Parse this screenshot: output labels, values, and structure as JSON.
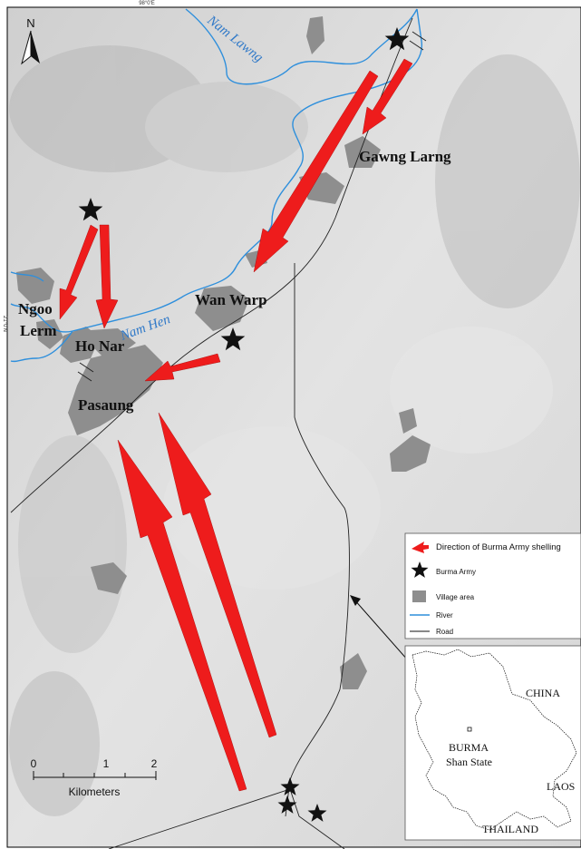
{
  "map": {
    "top_coordinate": "98°0'E",
    "side_coordinate": "21°0'N",
    "north_label": "N",
    "colors": {
      "river": "#2e8fdc",
      "village": "#8e8e8e",
      "arrow": "#ee1c1c",
      "road": "#222222",
      "terrain": "#d9d9d9"
    },
    "places": {
      "gawng_larng": "Gawng Larng",
      "ngoo": "Ngoo",
      "lerm": "Lerm",
      "wan_warp": "Wan Warp",
      "ho_nar": "Ho Nar",
      "pasaung": "Pasaung"
    },
    "rivers": {
      "nam_lawng": "Nam Lawng",
      "nam_hen": "Nam Hen"
    }
  },
  "legend": {
    "shelling": "Direction of Burma Army shelling",
    "army": "Burma Army",
    "village": "Village area",
    "river": "River",
    "road": "Road"
  },
  "scale": {
    "ticks": [
      "0",
      "1",
      "2"
    ],
    "unit": "Kilometers"
  },
  "inset": {
    "china": "CHINA",
    "burma": "BURMA",
    "shan": "Shan State",
    "laos": "LAOS",
    "thailand": "THAILAND"
  }
}
